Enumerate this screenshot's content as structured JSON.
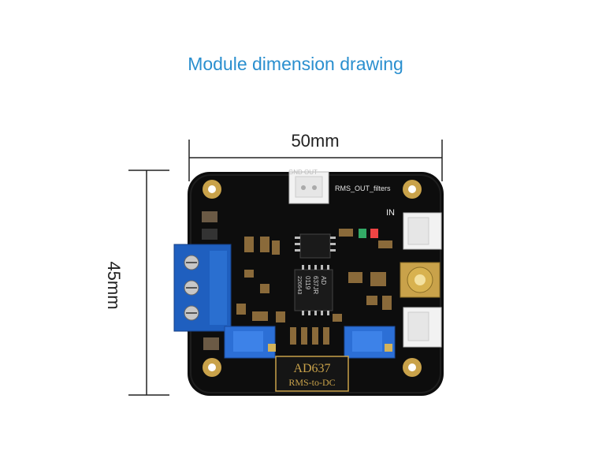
{
  "title": "Module dimension drawing",
  "dimensions": {
    "width_label": "50mm",
    "height_label": "45mm"
  },
  "board": {
    "silkscreen_top": "RMS_OUT_filters",
    "silkscreen_top_left": "GND OUT",
    "silkscreen_in": "IN",
    "chip_brand": "AD",
    "chip_part": "637JR",
    "chip_lot": "0119",
    "chip_code": "226643",
    "name_badge": "AD637",
    "subtitle_badge": "RMS-to-DC"
  },
  "colors": {
    "title": "#2a8fcf",
    "pcb": "#0d0d0d",
    "terminal": "#1f5fbf",
    "potentiometer": "#2c6fd6",
    "connector": "#f2f2f2",
    "gold": "#c9a24a"
  }
}
